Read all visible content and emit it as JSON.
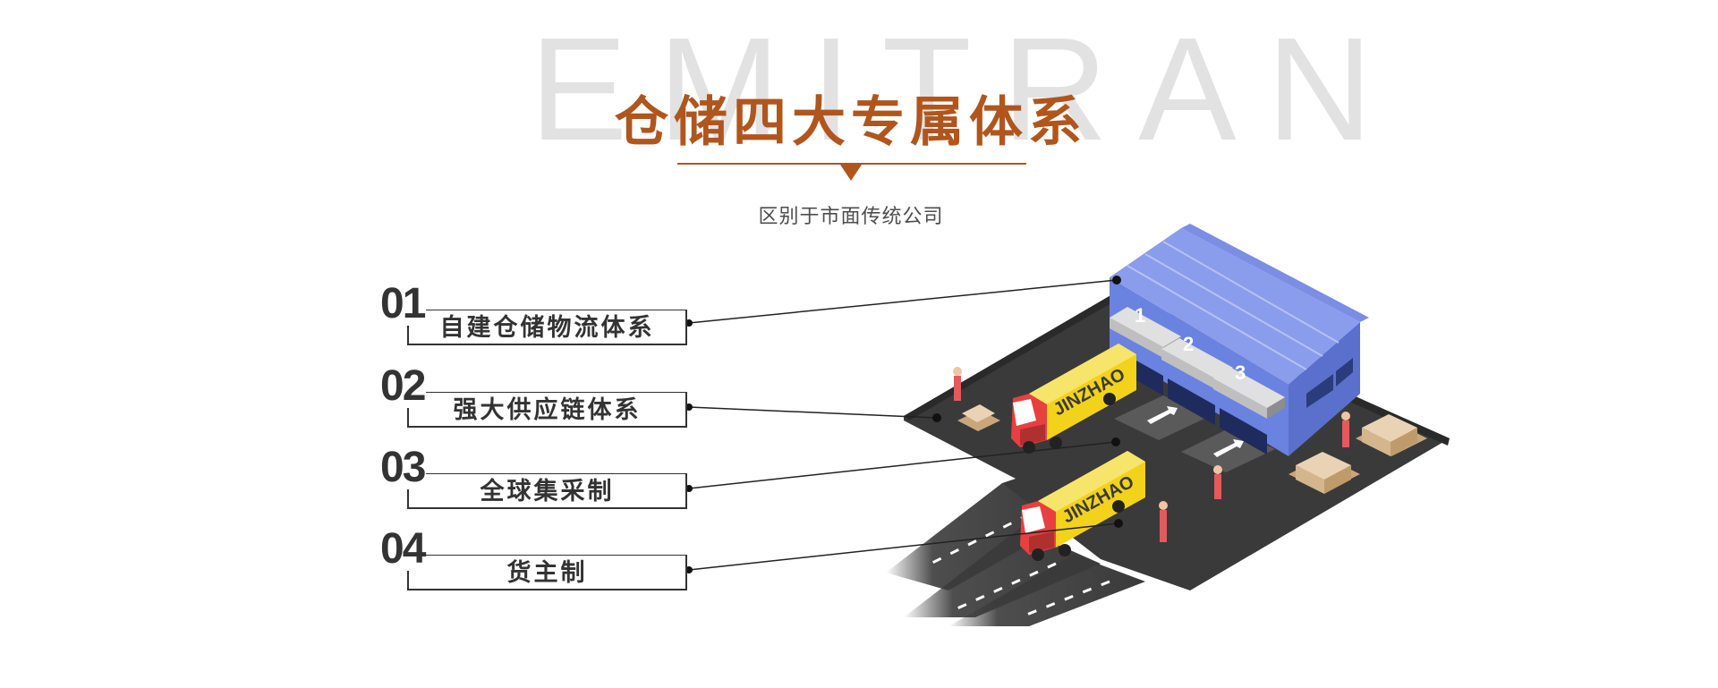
{
  "header": {
    "background_word": "EMITRAN",
    "title": "仓储四大专属体系",
    "subtitle": "区别于市面传统公司"
  },
  "items": [
    {
      "number": "01",
      "label": "自建仓储物流体系"
    },
    {
      "number": "02",
      "label": "强大供应链体系"
    },
    {
      "number": "03",
      "label": "全球集采制"
    },
    {
      "number": "04",
      "label": "货主制"
    }
  ],
  "illustration": {
    "truck_brand": "JINZHAO",
    "dock_numbers": [
      "1",
      "2",
      "3"
    ]
  },
  "colors": {
    "accent": "#b0561d",
    "text_dark": "#333333",
    "watermark": "#e2e2e2",
    "warehouse": "#6a82e0",
    "truck_yellow": "#f2d21b",
    "ground": "#3a3a3a"
  }
}
